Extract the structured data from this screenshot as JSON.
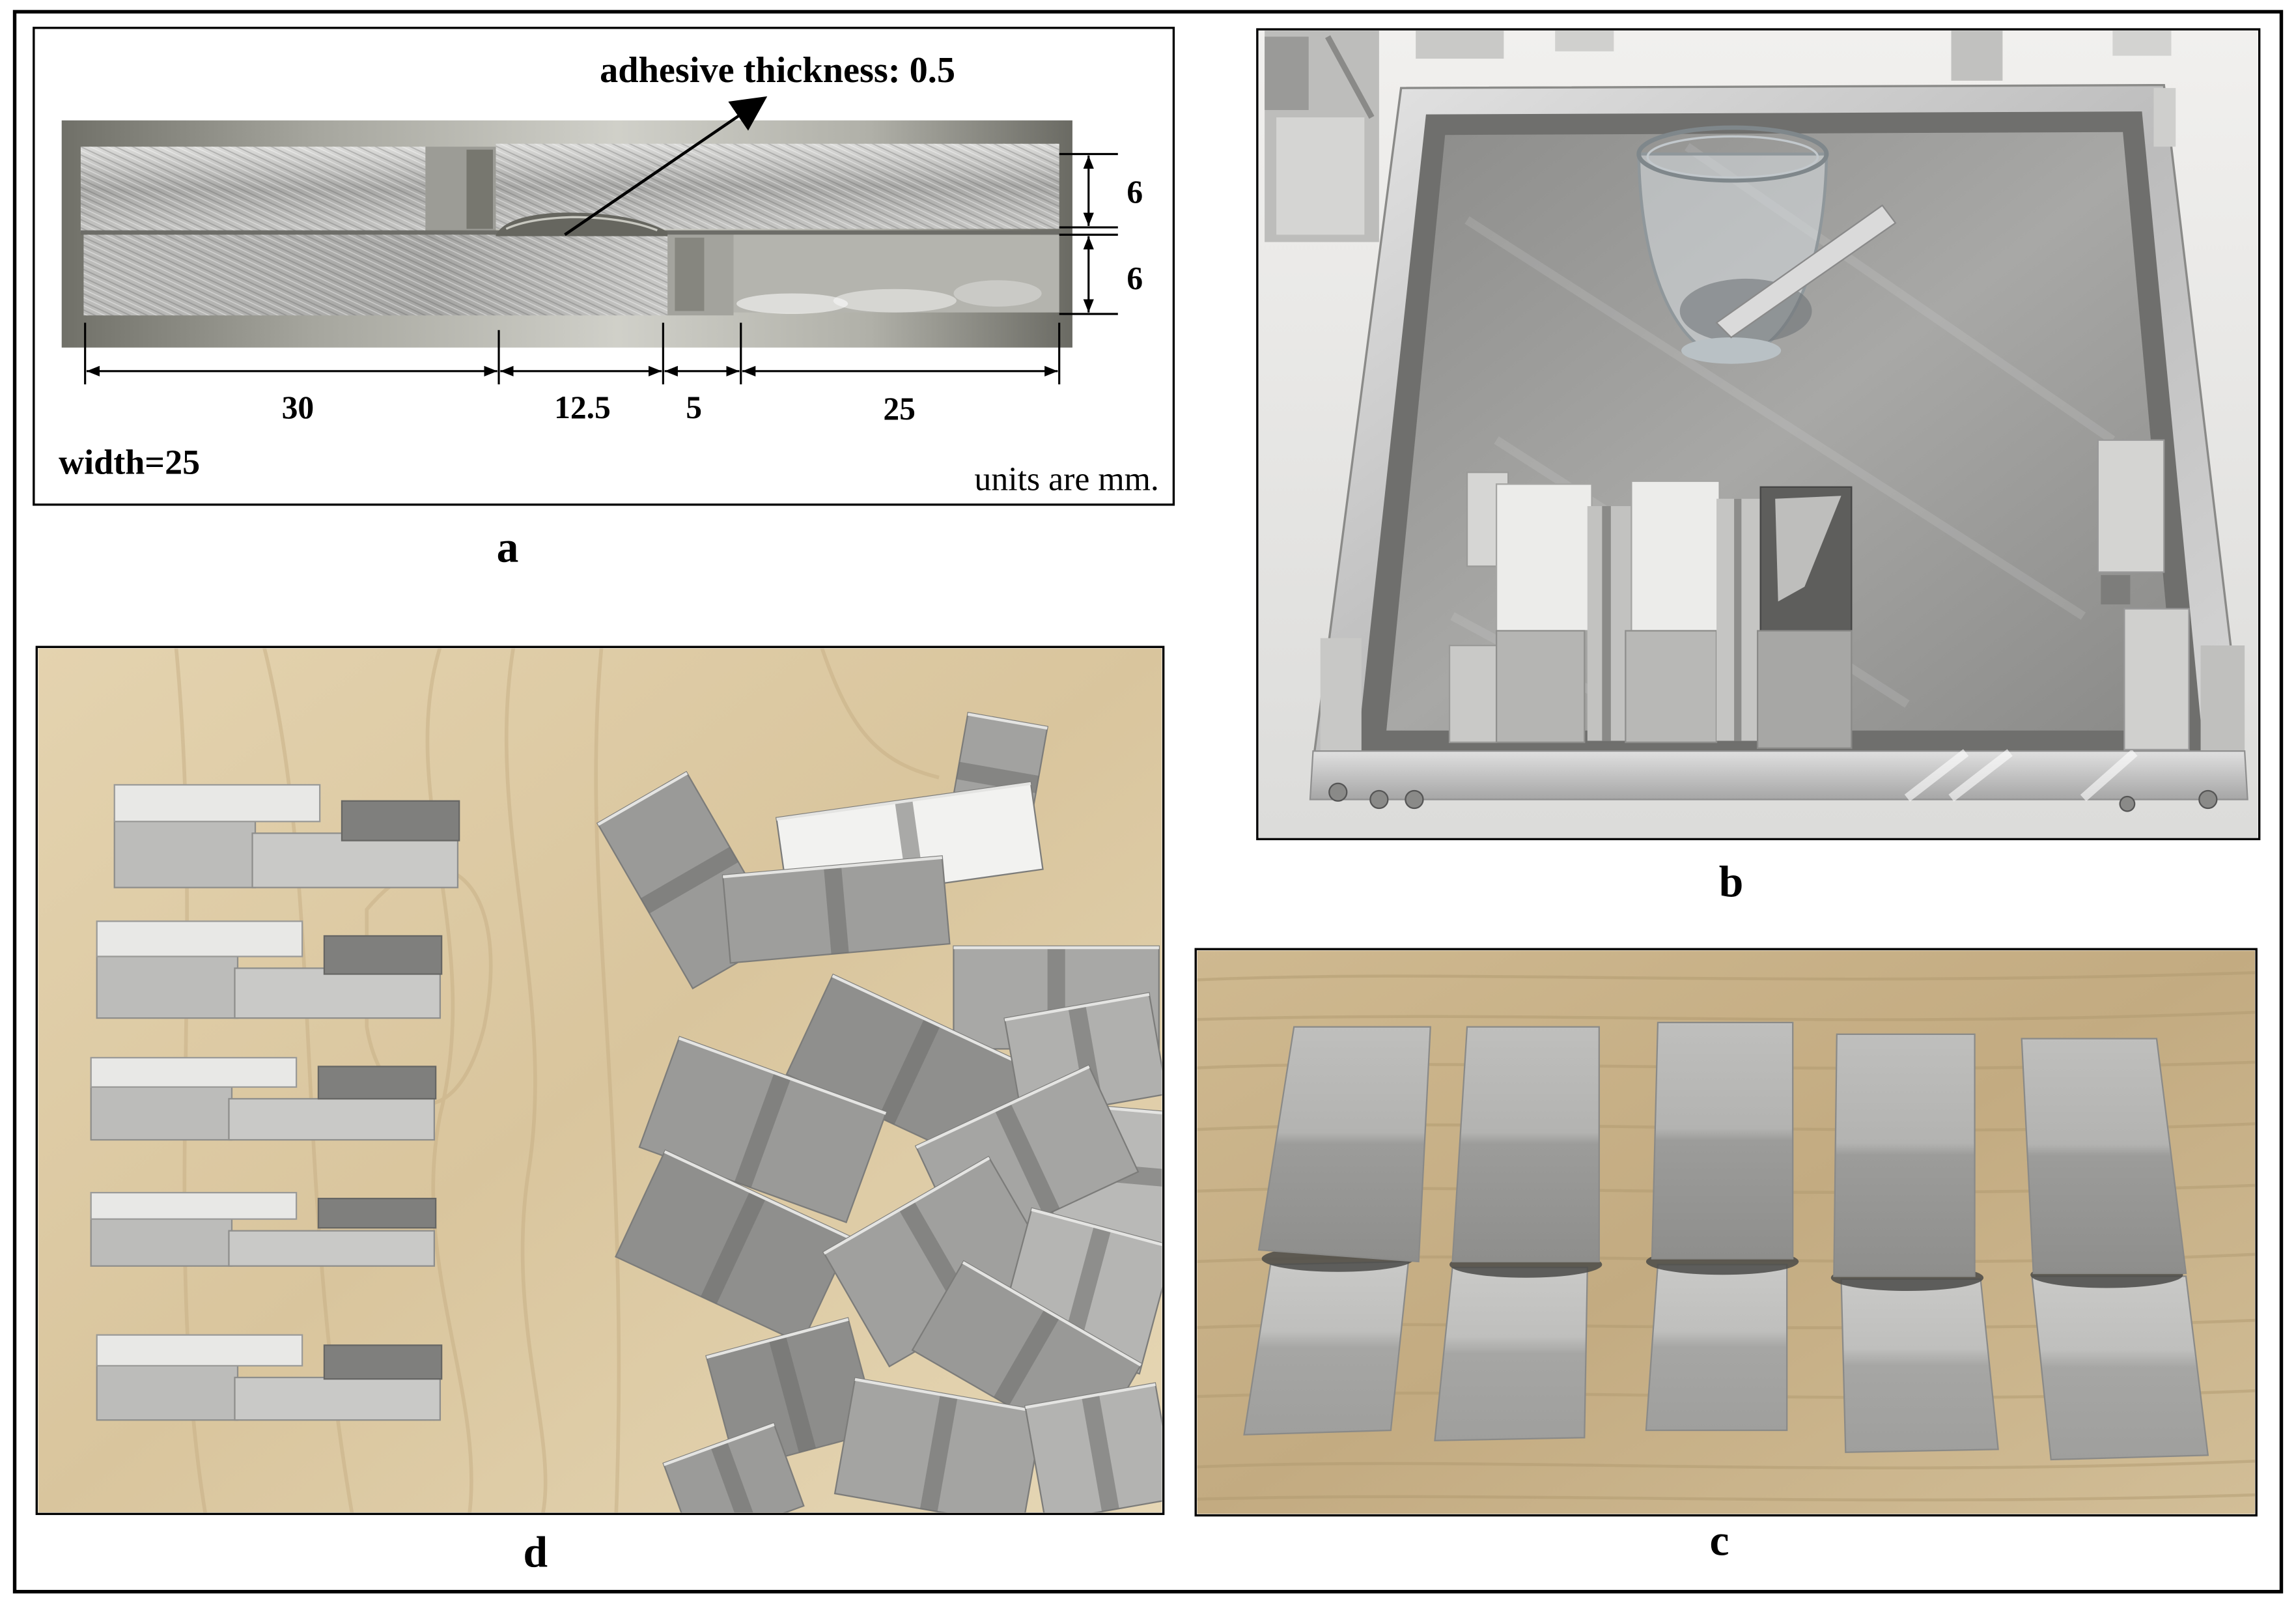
{
  "figure": {
    "panel_a": {
      "label": "a",
      "annotation": "adhesive thickness: 0.5",
      "dim_top_thickness": "6",
      "dim_bottom_thickness": "6",
      "dim_length_1": "30",
      "dim_length_2": "12.5",
      "dim_length_3": "5",
      "dim_length_4": "25",
      "width_note": "width=25",
      "units_note": "units are mm."
    },
    "panel_b": {
      "label": "b"
    },
    "panel_c": {
      "label": "c"
    },
    "panel_d": {
      "label": "d"
    }
  },
  "colors": {
    "frame": "#000000",
    "label_text": "#000000",
    "wood": "#cdb78f",
    "aluminum": "#b5b5b3",
    "adhesive": "#4a4a48"
  }
}
